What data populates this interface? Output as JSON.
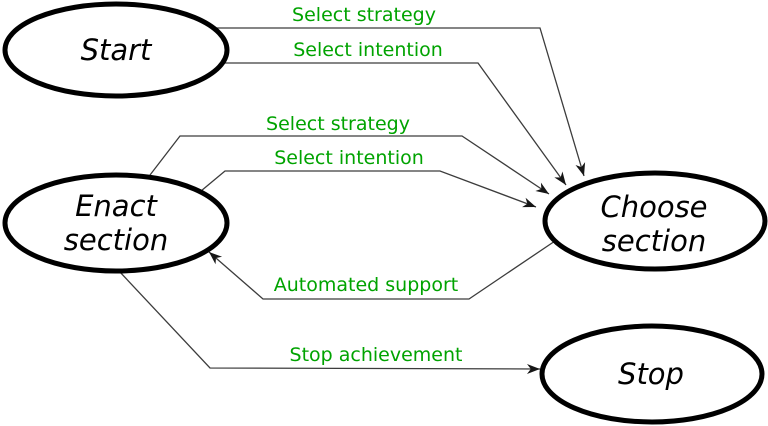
{
  "diagram": {
    "title": "strategy-selection state diagram",
    "colors": {
      "background": "#ffffff",
      "node_fill": "#ffffff",
      "node_border": "#000000",
      "node_text": "#000000",
      "edge_line": "#3c3c3c",
      "edge_label": "#00a300"
    },
    "nodes": [
      {
        "id": "start",
        "lines": [
          "Start"
        ]
      },
      {
        "id": "enact-section",
        "lines": [
          "Enact",
          "section"
        ]
      },
      {
        "id": "choose-section",
        "lines": [
          "Choose",
          "section"
        ]
      },
      {
        "id": "stop",
        "lines": [
          "Stop"
        ]
      }
    ],
    "edges": [
      {
        "from": "start",
        "to": "choose-section",
        "label": "Select strategy"
      },
      {
        "from": "start",
        "to": "choose-section",
        "label": "Select intention"
      },
      {
        "from": "enact-section",
        "to": "choose-section",
        "label": "Select strategy"
      },
      {
        "from": "enact-section",
        "to": "choose-section",
        "label": "Select intention"
      },
      {
        "from": "choose-section",
        "to": "enact-section",
        "label": "Automated support"
      },
      {
        "from": "enact-section",
        "to": "stop",
        "label": "Stop achievement"
      }
    ]
  }
}
